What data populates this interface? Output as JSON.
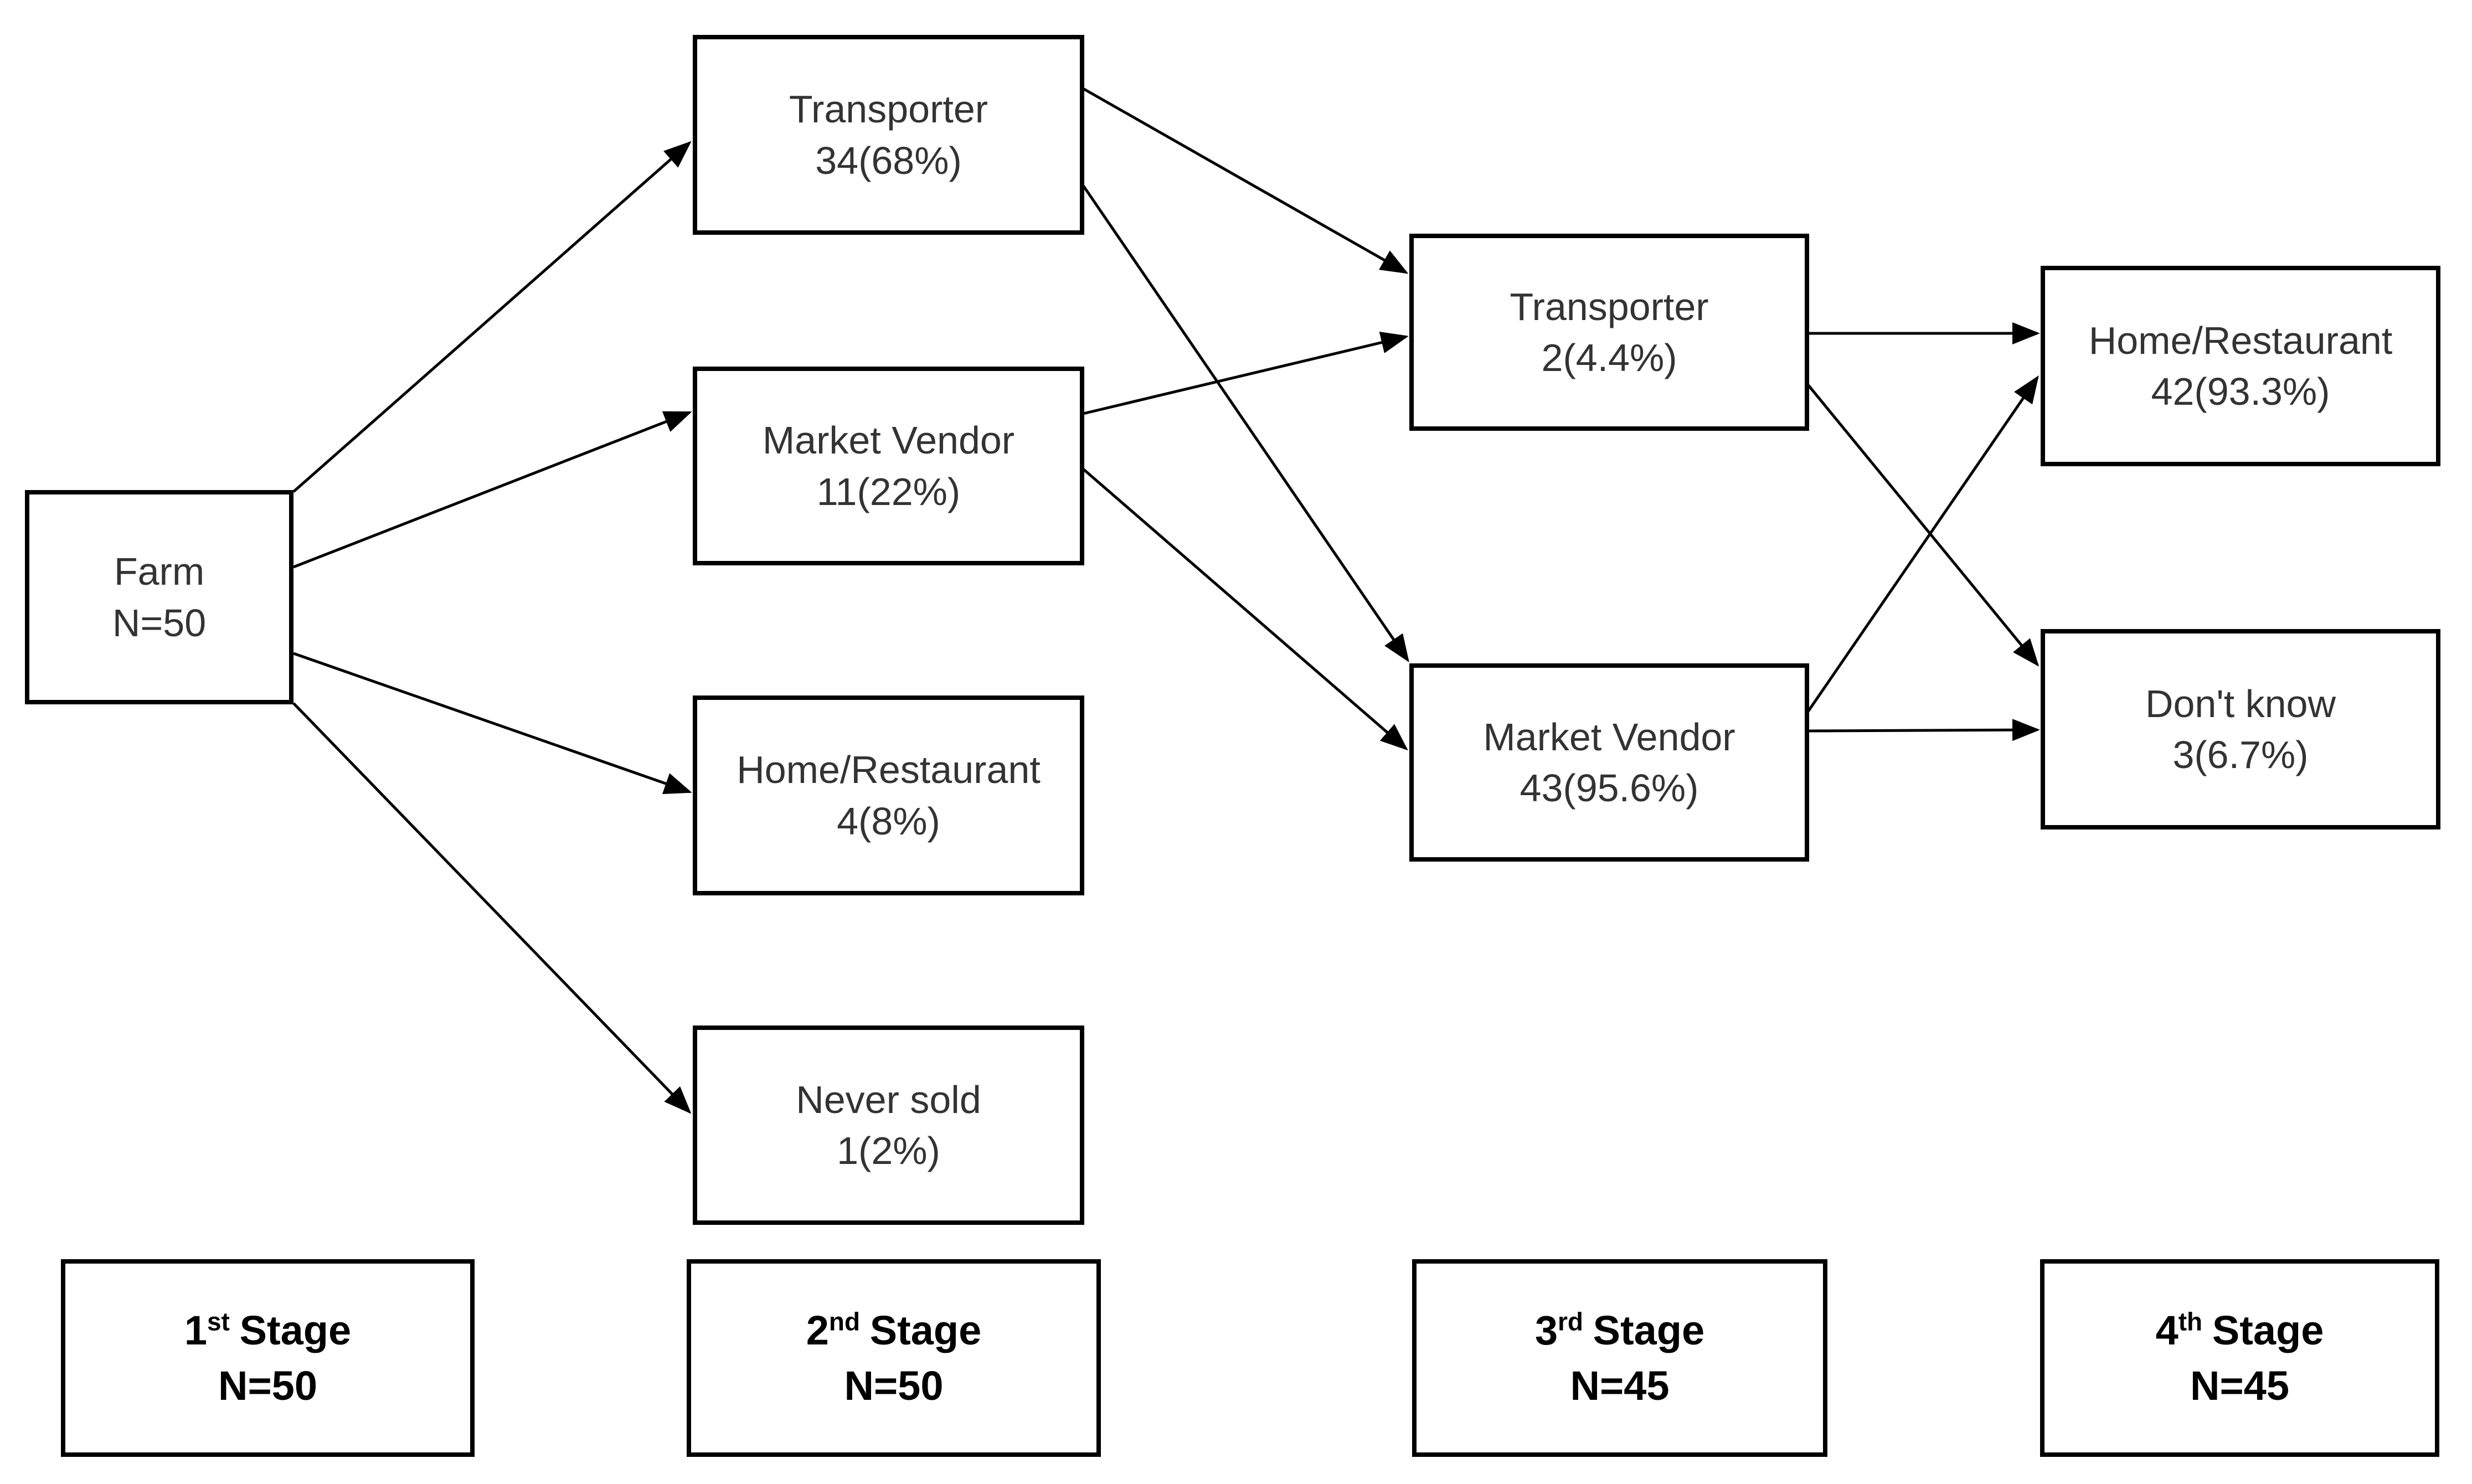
{
  "diagram": {
    "type": "flowchart",
    "background_color": "#ffffff",
    "line_color": "#000000",
    "node_text_color": "#333333",
    "stage_text_color": "#000000"
  },
  "nodes": [
    {
      "id": "farm",
      "stage": 1,
      "label": "Farm",
      "value": "N=50"
    },
    {
      "id": "transporter-2",
      "stage": 2,
      "label": "Transporter",
      "value": "34(68%)"
    },
    {
      "id": "market-vendor-2",
      "stage": 2,
      "label": "Market Vendor",
      "value": "11(22%)"
    },
    {
      "id": "home-restaurant-2",
      "stage": 2,
      "label": "Home/Restaurant",
      "value": "4(8%)"
    },
    {
      "id": "never-sold-2",
      "stage": 2,
      "label": "Never sold",
      "value": "1(2%)"
    },
    {
      "id": "transporter-3",
      "stage": 3,
      "label": "Transporter",
      "value": "2(4.4%)"
    },
    {
      "id": "market-vendor-3",
      "stage": 3,
      "label": "Market Vendor",
      "value": "43(95.6%)"
    },
    {
      "id": "home-restaurant-4",
      "stage": 4,
      "label": "Home/Restaurant",
      "value": "42(93.3%)"
    },
    {
      "id": "dont-know-4",
      "stage": 4,
      "label": "Don't know",
      "value": "3(6.7%)"
    }
  ],
  "stages": [
    {
      "ordinal": "1",
      "suffix": "st",
      "label": "Stage",
      "n": "N=50"
    },
    {
      "ordinal": "2",
      "suffix": "nd",
      "label": "Stage",
      "n": "N=50"
    },
    {
      "ordinal": "3",
      "suffix": "rd",
      "label": "Stage",
      "n": "N=45"
    },
    {
      "ordinal": "4",
      "suffix": "th",
      "label": "Stage",
      "n": "N=45"
    }
  ],
  "edges": [
    {
      "from": "farm",
      "to": "transporter-2"
    },
    {
      "from": "farm",
      "to": "market-vendor-2"
    },
    {
      "from": "farm",
      "to": "home-restaurant-2"
    },
    {
      "from": "farm",
      "to": "never-sold-2"
    },
    {
      "from": "transporter-2",
      "to": "transporter-3"
    },
    {
      "from": "transporter-2",
      "to": "market-vendor-3"
    },
    {
      "from": "market-vendor-2",
      "to": "transporter-3"
    },
    {
      "from": "market-vendor-2",
      "to": "market-vendor-3"
    },
    {
      "from": "transporter-3",
      "to": "home-restaurant-4"
    },
    {
      "from": "transporter-3",
      "to": "dont-know-4"
    },
    {
      "from": "market-vendor-3",
      "to": "home-restaurant-4"
    },
    {
      "from": "market-vendor-3",
      "to": "dont-know-4"
    }
  ]
}
